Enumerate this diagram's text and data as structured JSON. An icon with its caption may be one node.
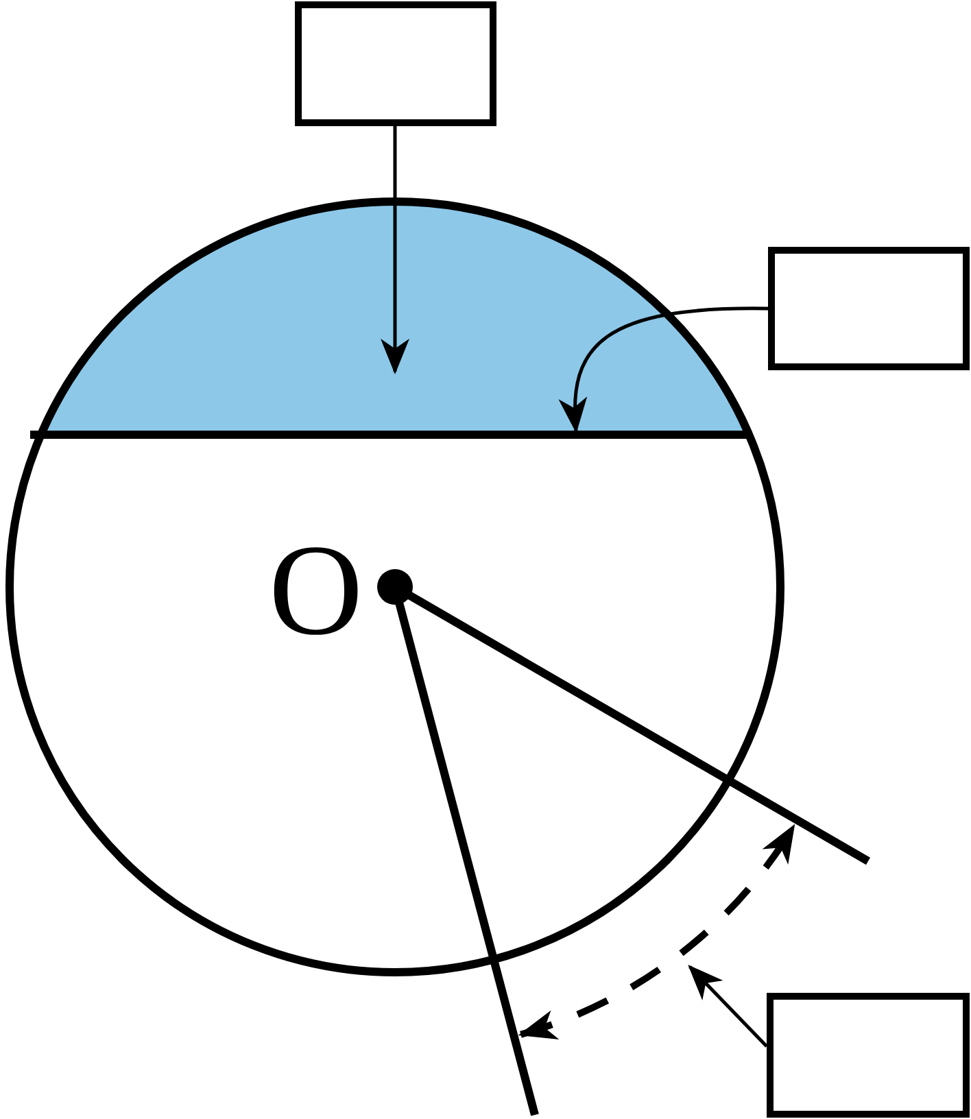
{
  "diagram": {
    "nodes": [
      {
        "text": [],
        "shape": "box"
      },
      {
        "text": [],
        "shape": "segment"
      },
      {
        "text": [],
        "shape": "box"
      },
      {
        "text": [],
        "shape": "line"
      },
      {
        "text": [],
        "shape": "arc"
      },
      {
        "text": [],
        "shape": "box"
      }
    ],
    "edges": [
      {
        "from": 0,
        "to": 1,
        "arrow": "to"
      },
      {
        "from": 2,
        "to": 3,
        "arrow": "to"
      },
      {
        "from": 5,
        "to": 4,
        "arrow": "to"
      }
    ],
    "labels": [
      "O"
    ]
  }
}
